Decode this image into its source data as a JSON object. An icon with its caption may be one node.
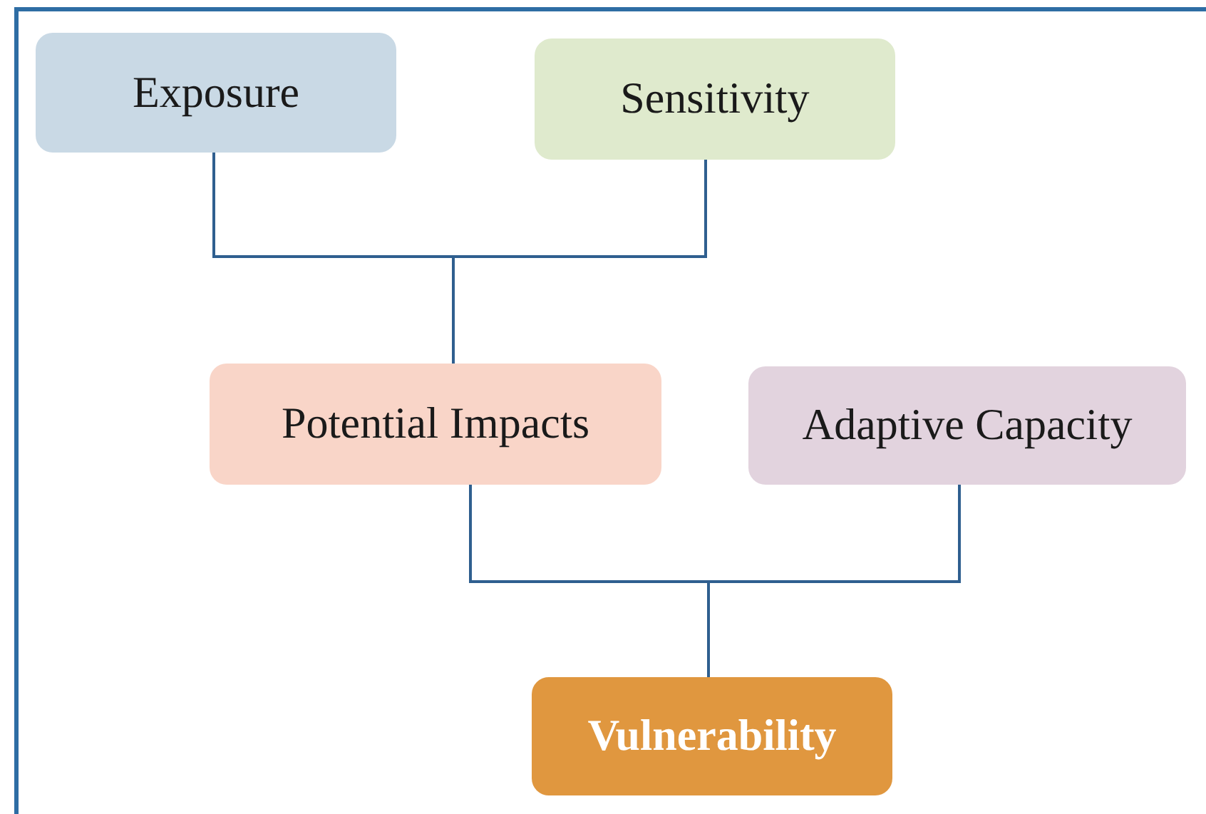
{
  "diagram": {
    "nodes": [
      {
        "text": [
          "Exposure"
        ]
      },
      {
        "text": [
          "Sensitivity"
        ]
      },
      {
        "text": [
          "Potential Impacts"
        ]
      },
      {
        "text": [
          "Adaptive Capacity"
        ]
      },
      {
        "text": [
          "Vulnerability"
        ]
      }
    ],
    "edges": [
      {
        "from": 0,
        "to": 2,
        "arrow": "none"
      },
      {
        "from": 1,
        "to": 2,
        "arrow": "none"
      },
      {
        "from": 2,
        "to": 4,
        "arrow": "none"
      },
      {
        "from": 3,
        "to": 4,
        "arrow": "none"
      }
    ]
  }
}
